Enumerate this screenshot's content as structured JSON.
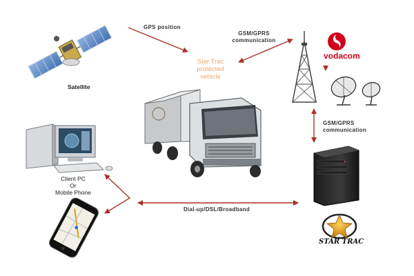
{
  "labels": {
    "satellite": "Satellite",
    "vehicle_line1": "Star Trac",
    "vehicle_line2": "protected",
    "vehicle_line3": "vehicle",
    "gps_position": "GPS position",
    "gsm_top_line1": "GSM/GPRS",
    "gsm_top_line2": "communication",
    "gsm_right_line1": "GSM/GPRS",
    "gsm_right_line2": "communication",
    "client_line1": "Client PC",
    "client_line2": "Or",
    "client_line3": "Mobile Phone",
    "dialup": "Dial-up/DSL/Broadband",
    "vodacom": "vodacom",
    "startrac": "STAR TRAC"
  },
  "colors": {
    "arrow": "#a93226",
    "vodacom_red": "#d0021b",
    "star_gold": "#e6a21b",
    "vehicle_text": "#e8a86a"
  }
}
